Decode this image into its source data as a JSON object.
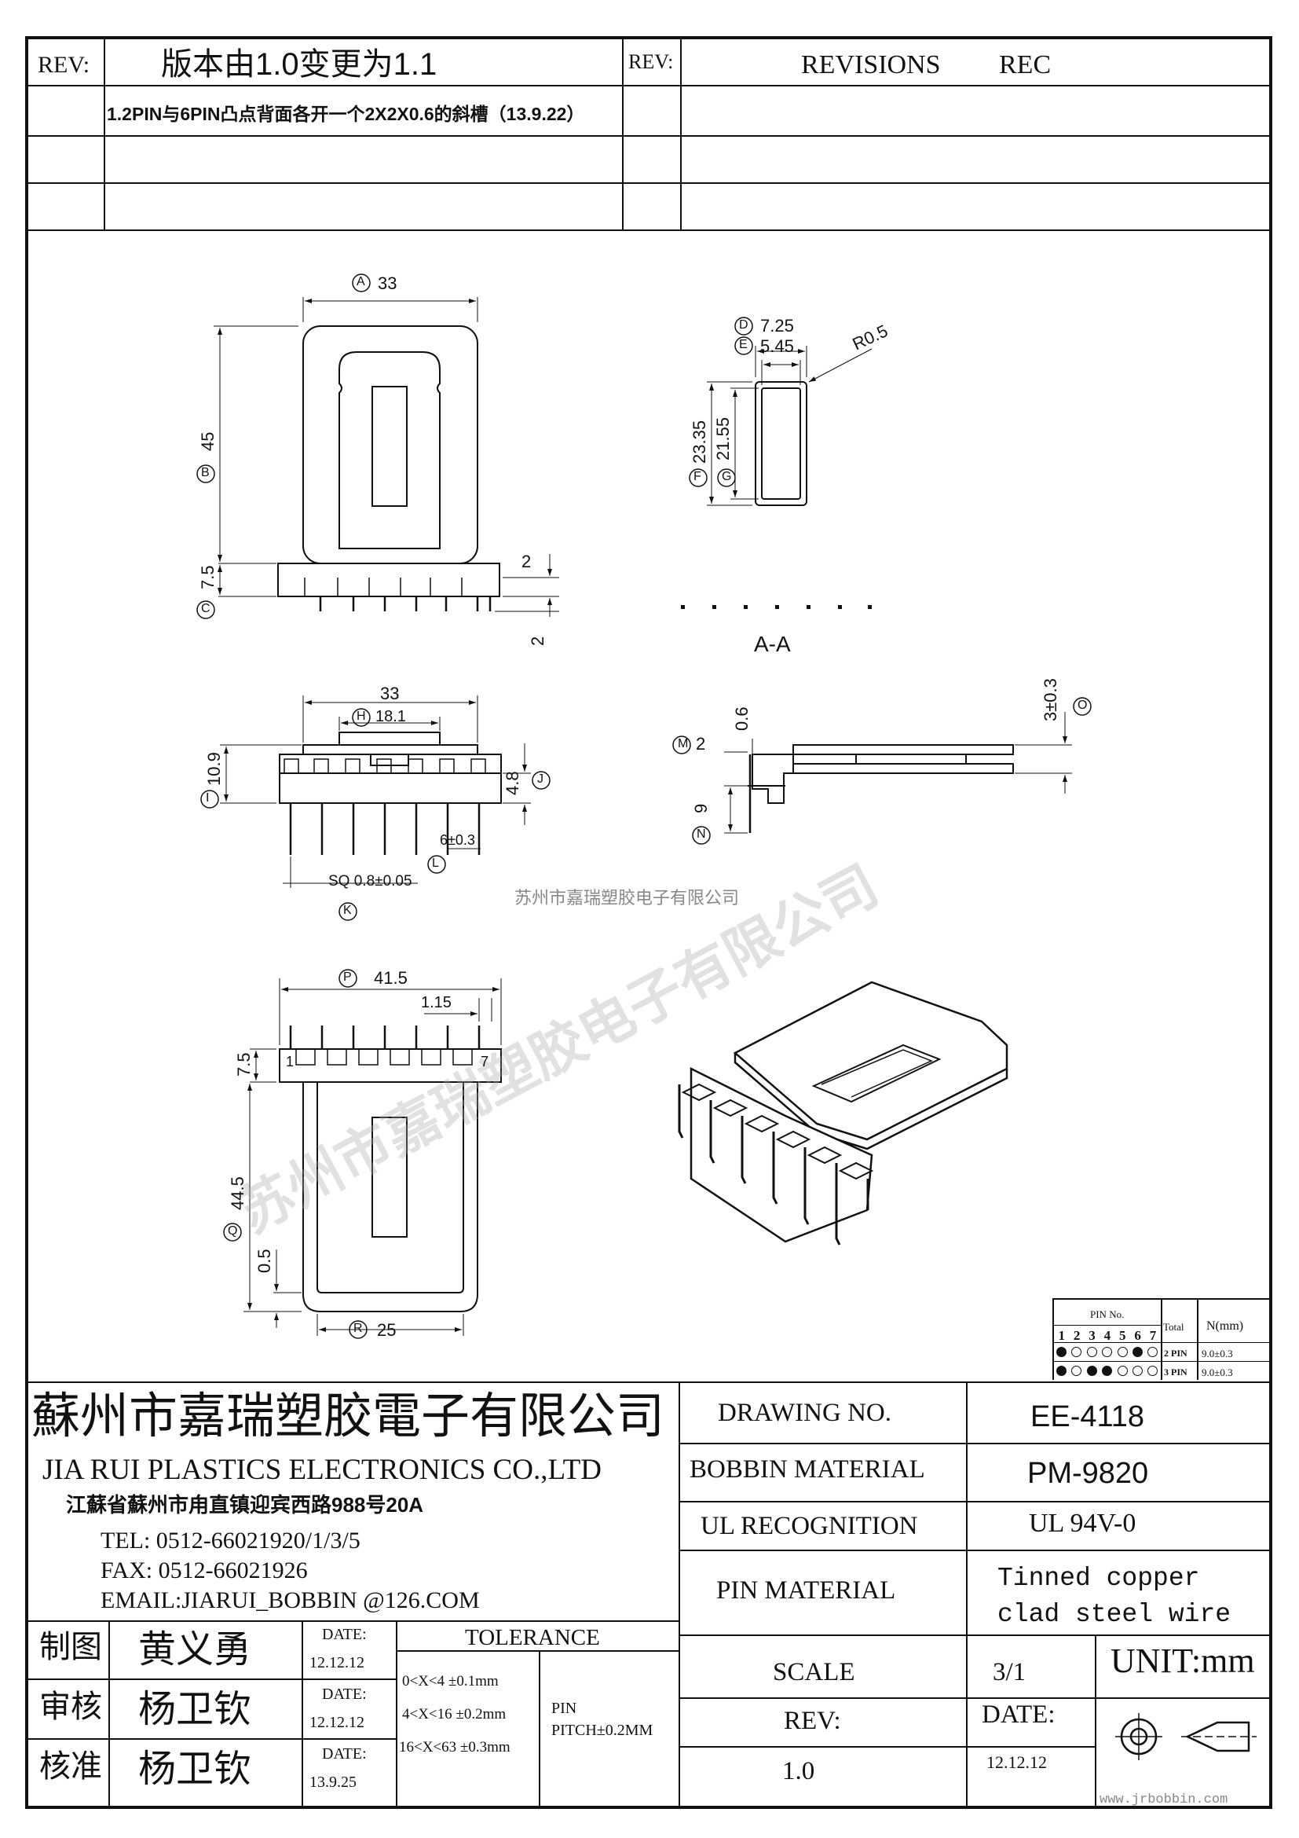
{
  "revision_block": {
    "rev_label_left": "REV:",
    "rev_label_right": "REV:",
    "revision_title": "版本由1.0变更为1.1",
    "revision_note": "1.2PIN与6PIN凸点背面各开一个2X2X0.6的斜槽（13.9.22）",
    "revisions_label": "REVISIONS",
    "rec_label": "REC"
  },
  "views": {
    "top": {
      "circle_a": "A",
      "dim_a": "33",
      "circle_b": "B",
      "dim_b": "45",
      "circle_c": "C",
      "dim_c": "7.5",
      "dim_pin_small": "2",
      "dim_pin_len": "2"
    },
    "section": {
      "circle_d": "D",
      "dim_d": "7.25",
      "circle_e": "E",
      "dim_e": "5.45",
      "radius": "R0.5",
      "circle_f": "F",
      "dim_f": "23.35",
      "circle_g": "G",
      "dim_g": "21.55",
      "label": "A-A"
    },
    "front": {
      "dim_top": "33",
      "circle_h": "H",
      "dim_h": "18.1",
      "circle_i": "I",
      "dim_i": "10.9",
      "circle_j": "J",
      "dim_j": "4.8",
      "dim_l": "6±0.3",
      "circle_l": "L",
      "dim_k": "SQ 0.8±0.05",
      "circle_k": "K"
    },
    "side": {
      "dim_m": "2",
      "circle_m": "M",
      "dim_06": "0.6",
      "dim_o": "3±0.3",
      "circle_o": "O",
      "dim_n": "9",
      "circle_n": "N"
    },
    "bottom": {
      "circle_p": "P",
      "dim_p": "41.5",
      "dim_115": "1.15",
      "dim_75": "7.5",
      "pin_first": "1",
      "pin_last": "7",
      "circle_q": "Q",
      "dim_q": "44.5",
      "dim_05": "0.5",
      "circle_r": "R",
      "dim_r": "25"
    }
  },
  "watermark_center": "苏州市嘉瑞塑胶电子有限公司",
  "pin_table": {
    "header": "PIN No.",
    "total_label": "Total",
    "n_label": "N(mm)",
    "pins": [
      "1",
      "2",
      "3",
      "4",
      "5",
      "6",
      "7"
    ],
    "rows": [
      {
        "fill": [
          true,
          false,
          false,
          false,
          false,
          true,
          false
        ],
        "total": "2 PIN",
        "n": "9.0±0.3"
      },
      {
        "fill": [
          true,
          false,
          true,
          true,
          false,
          false,
          false
        ],
        "total": "3 PIN",
        "n": "9.0±0.3"
      }
    ]
  },
  "company": {
    "name_cn": "蘇州市嘉瑞塑胶電子有限公司",
    "name_en": "JIA RUI PLASTICS ELECTRONICS CO.,LTD",
    "address": "江蘇省蘇州市甪直镇迎宾西路988号20A",
    "tel": "TEL: 0512-66021920/1/3/5",
    "fax": "FAX: 0512-66021926",
    "email": "EMAIL:JIARUI_BOBBIN @126.COM"
  },
  "signoff": [
    {
      "role": "制图",
      "name": "黄义勇",
      "date_label": "DATE:",
      "date": "12.12.12"
    },
    {
      "role": "审核",
      "name": "杨卫钦",
      "date_label": "DATE:",
      "date": "12.12.12"
    },
    {
      "role": "核准",
      "name": "杨卫钦",
      "date_label": "DATE:",
      "date": "13.9.25"
    }
  ],
  "tolerance": {
    "title": "TOLERANCE",
    "lines": [
      "0<X<4  ±0.1mm",
      "4<X<16 ±0.2mm",
      "16<X<63 ±0.3mm"
    ],
    "pin_pitch": [
      "PIN",
      "PITCH±0.2MM"
    ]
  },
  "specs": {
    "drawing_no_label": "DRAWING  NO.",
    "drawing_no": "EE-4118",
    "bobbin_label": "BOBBIN  MATERIAL",
    "bobbin": "PM-9820",
    "ul_label": "UL RECOGNITION",
    "ul": "UL 94V-0",
    "pin_label": "PIN MATERIAL",
    "pin_line1": "Tinned copper",
    "pin_line2": "clad steel wire",
    "scale_label": "SCALE",
    "scale": "3/1",
    "unit": "UNIT:mm",
    "rev_label": "REV:",
    "rev": "1.0",
    "date_label": "DATE:",
    "date": "12.12.12"
  },
  "website": "www.jrbobbin.com"
}
